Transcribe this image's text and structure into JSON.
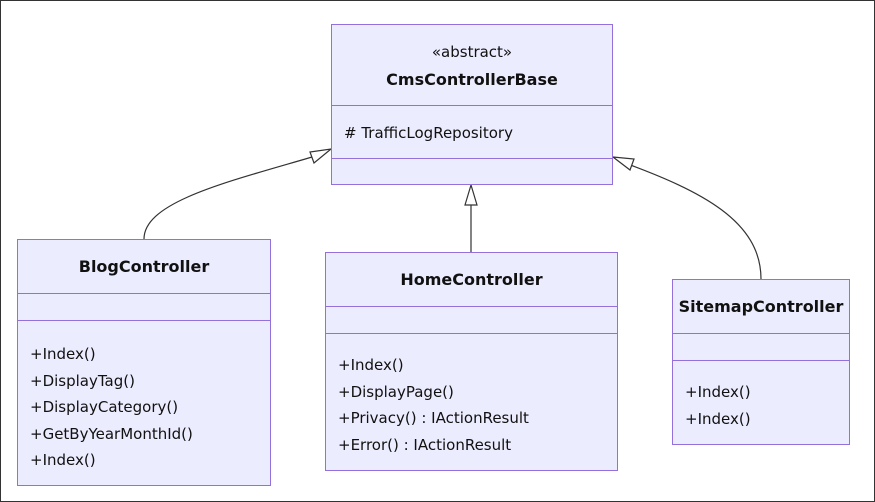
{
  "diagram": {
    "base_class": {
      "stereotype": "«abstract»",
      "name": "CmsControllerBase",
      "attributes": [
        "# TrafficLogRepository"
      ],
      "methods": []
    },
    "classes": [
      {
        "name": "BlogController",
        "attributes": [],
        "methods": [
          "+Index()",
          "+DisplayTag()",
          "+DisplayCategory()",
          "+GetByYearMonthId()",
          "+Index()"
        ]
      },
      {
        "name": "HomeController",
        "attributes": [],
        "methods": [
          "+Index()",
          "+DisplayPage()",
          "+Privacy() : IActionResult",
          "+Error() : IActionResult"
        ]
      },
      {
        "name": "SitemapController",
        "attributes": [],
        "methods": [
          "+Index()",
          "+Index()"
        ]
      }
    ],
    "relationships": [
      {
        "from": "BlogController",
        "to": "CmsControllerBase",
        "type": "inheritance"
      },
      {
        "from": "HomeController",
        "to": "CmsControllerBase",
        "type": "inheritance"
      },
      {
        "from": "SitemapController",
        "to": "CmsControllerBase",
        "type": "inheritance"
      }
    ],
    "colors": {
      "box_fill": "#ececff",
      "box_border": "#9370db",
      "edge": "#333333"
    }
  }
}
